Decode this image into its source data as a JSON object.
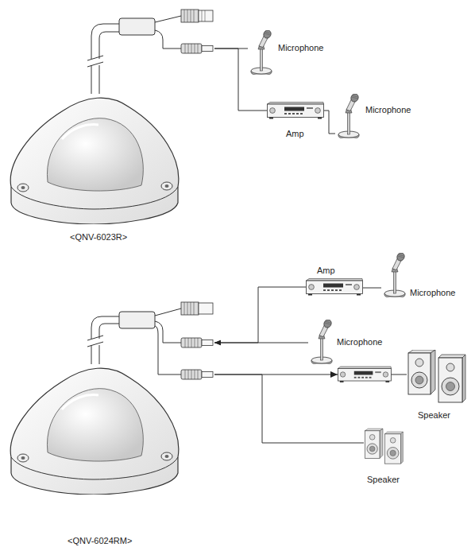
{
  "diagram": {
    "nodes": [
      {
        "text": [
          "<QNV-6023R>"
        ]
      },
      {
        "text": [
          "Microphone"
        ]
      },
      {
        "text": [
          "Amp"
        ]
      },
      {
        "text": [
          "Microphone"
        ]
      },
      {
        "text": [
          "<QNV-6024RM>"
        ]
      },
      {
        "text": [
          "Amp"
        ]
      },
      {
        "text": [
          "Microphone"
        ]
      },
      {
        "text": [
          "Microphone"
        ]
      },
      {
        "text": [
          "Speaker"
        ]
      },
      {
        "text": [
          "Speaker"
        ]
      }
    ],
    "edges": [
      {
        "from": 0,
        "to": 1,
        "arrow": "none"
      },
      {
        "from": 0,
        "to": 2,
        "arrow": "none"
      },
      {
        "from": 2,
        "to": 3,
        "arrow": "none"
      },
      {
        "from": 5,
        "to": 4,
        "arrow": "to"
      },
      {
        "from": 7,
        "to": 4,
        "arrow": "to"
      },
      {
        "from": 6,
        "to": 5,
        "arrow": "none"
      },
      {
        "from": 4,
        "to": 8,
        "arrow": "to"
      },
      {
        "from": 4,
        "to": 9,
        "arrow": "none"
      }
    ]
  }
}
